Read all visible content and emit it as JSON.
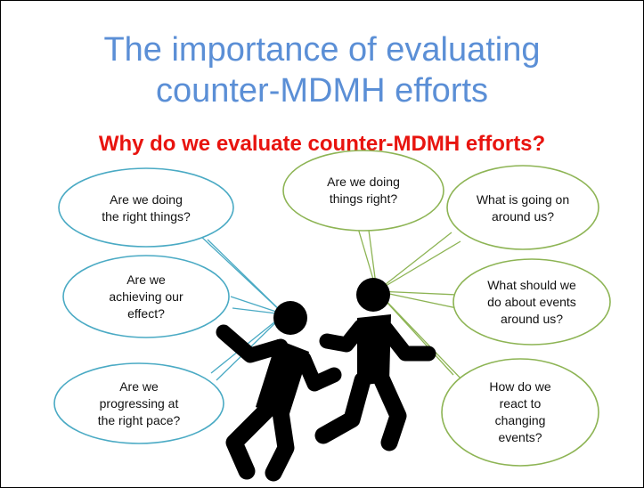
{
  "slide": {
    "title_line1": "The importance of evaluating",
    "title_line2": "counter-MDMH efforts",
    "subtitle": "Why do we evaluate counter-MDMH efforts?"
  },
  "colors": {
    "title": "#5b8fd6",
    "subtitle": "#e8140f",
    "left_bubbles": "#4aaac4",
    "right_bubbles": "#8db454",
    "figures": "#000000"
  },
  "left_bubbles": [
    {
      "line1": "Are we doing",
      "line2": "the right things?"
    },
    {
      "line1": "Are we",
      "line2": "achieving our",
      "line3": "effect?"
    },
    {
      "line1": "Are we",
      "line2": "progressing at",
      "line3": "the right pace?"
    }
  ],
  "right_bubbles": [
    {
      "line1": "Are we doing",
      "line2": "things right?"
    },
    {
      "line1": "What is going on",
      "line2": "around us?"
    },
    {
      "line1": "What should we",
      "line2": "do about events",
      "line3": "around us?"
    },
    {
      "line1": "How do we",
      "line2": "react to",
      "line3": "changing",
      "line4": "events?"
    }
  ],
  "icons": [
    "person-figure-left",
    "person-figure-right"
  ]
}
